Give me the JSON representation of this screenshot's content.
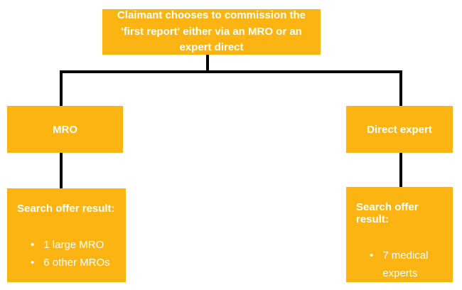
{
  "colors": {
    "box_fill": "#FBB411",
    "connector_line": "#000000",
    "text": "#FFFFFF",
    "background": "#FFFFFF"
  },
  "bullet_glyph": "•",
  "flowchart": {
    "root": {
      "label": "Claimant chooses to commission the 'first report' either via an MRO or an expert direct"
    },
    "branches": [
      {
        "label": "MRO",
        "result_title": "Search offer result:",
        "result_items": [
          "1 large MRO",
          "6 other MROs"
        ]
      },
      {
        "label": "Direct expert",
        "result_title": "Search offer result:",
        "result_items": [
          "7 medical experts"
        ]
      }
    ]
  }
}
